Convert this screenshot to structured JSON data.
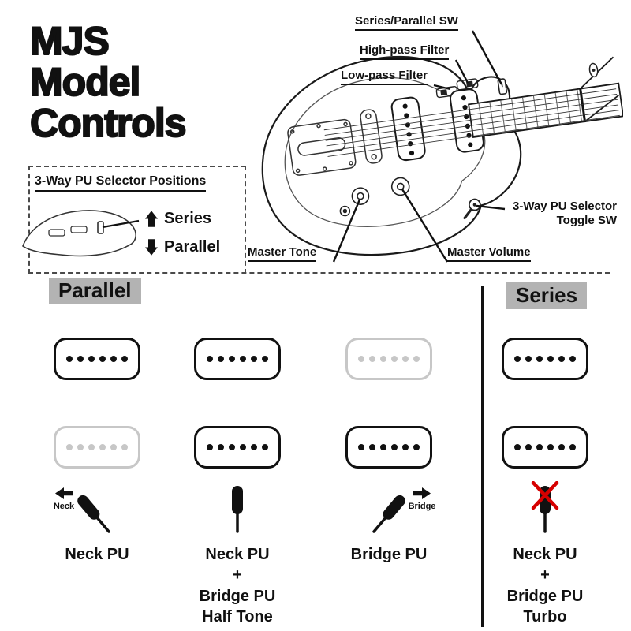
{
  "title_lines": [
    "MJS",
    "Model",
    "Controls"
  ],
  "callouts": {
    "series_parallel_sw": "Series/Parallel SW",
    "high_pass_filter": "High-pass Filter",
    "low_pass_filter": "Low-pass Filter",
    "pu_selector_line1": "3-Way PU Selector",
    "pu_selector_line2": "Toggle SW",
    "master_tone": "Master Tone",
    "master_volume": "Master Volume"
  },
  "selector_panel": {
    "heading": "3-Way PU Selector Positions",
    "up_label": "Series",
    "down_label": "Parallel"
  },
  "section_labels": {
    "parallel": "Parallel",
    "series": "Series"
  },
  "positions": [
    {
      "name": "neck",
      "neck_pu": true,
      "bridge_pu": false,
      "lever": "left",
      "dir_label": "Neck",
      "caption_lines": [
        "Neck PU"
      ]
    },
    {
      "name": "neck-plus-bridge-half-tone",
      "neck_pu": true,
      "bridge_pu": true,
      "lever": "center",
      "caption_lines": [
        "Neck PU",
        "+",
        "Bridge PU",
        "Half Tone"
      ]
    },
    {
      "name": "bridge",
      "neck_pu": false,
      "bridge_pu": true,
      "lever": "right",
      "dir_label": "Bridge",
      "caption_lines": [
        "Bridge PU"
      ]
    },
    {
      "name": "neck-plus-bridge-turbo",
      "neck_pu": true,
      "bridge_pu": true,
      "lever": "center",
      "crossed": true,
      "caption_lines": [
        "Neck PU",
        "+",
        "Bridge PU",
        "Turbo"
      ]
    }
  ],
  "icons": {
    "up_arrow": "block-arrow-up",
    "down_arrow": "block-arrow-down",
    "left_arrow": "block-arrow-left",
    "right_arrow": "block-arrow-right",
    "cross_out": "red-x"
  },
  "colors": {
    "active": "#111111",
    "inactive": "#c7c7c7",
    "label_bg": "#b3b3b3",
    "cross": "#d60000"
  }
}
